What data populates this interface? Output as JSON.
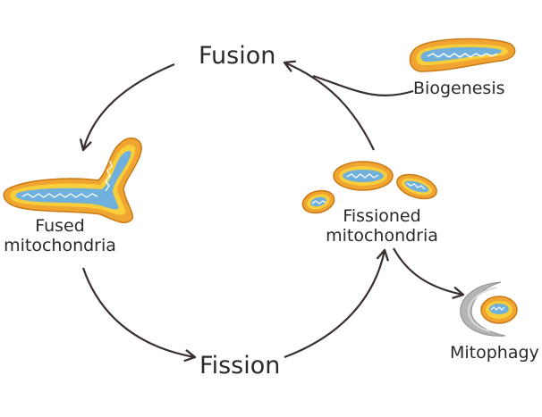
{
  "labels": {
    "fusion": "Fusion",
    "fission": "Fission",
    "biogenesis": "Biogenesis",
    "fused_line1": "Fused",
    "fused_line2": "mitochondria",
    "fissioned_line1": "Fissioned",
    "fissioned_line2": "mitochondria",
    "mitophagy": "Mitophagy"
  },
  "colors": {
    "arrow": "#3a3030",
    "membrane_outer": "#f0a431",
    "membrane_rim": "#f8cf3a",
    "matrix": "#6fb0dc",
    "cristae": "#ffffff",
    "phagophore": "#a9a9a9"
  }
}
